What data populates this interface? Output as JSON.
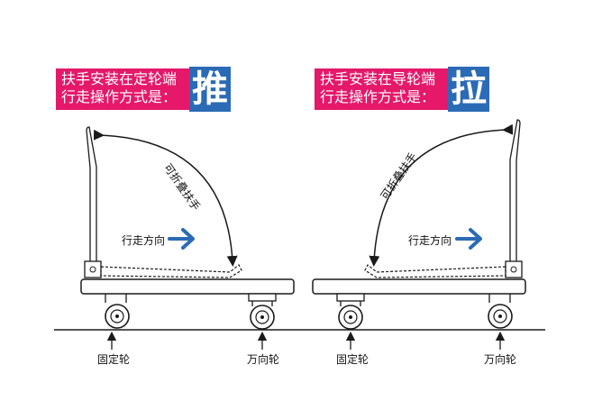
{
  "left": {
    "banner_line1": "扶手安装在定轮端",
    "banner_line2": "行走操作方式是：",
    "action": "推",
    "fold_label": "可折叠扶手",
    "direction_label": "行走方向",
    "fixed_wheel_label": "固定轮",
    "swivel_wheel_label": "万向轮"
  },
  "right": {
    "banner_line1": "扶手安装在导轮端",
    "banner_line2": "行走操作方式是：",
    "action": "拉",
    "fold_label": "可折叠扶手",
    "direction_label": "行走方向",
    "fixed_wheel_label": "固定轮",
    "swivel_wheel_label": "万向轮"
  },
  "colors": {
    "magenta": "#e5186a",
    "blue": "#2b6bb5",
    "line": "#1a1a1a"
  }
}
